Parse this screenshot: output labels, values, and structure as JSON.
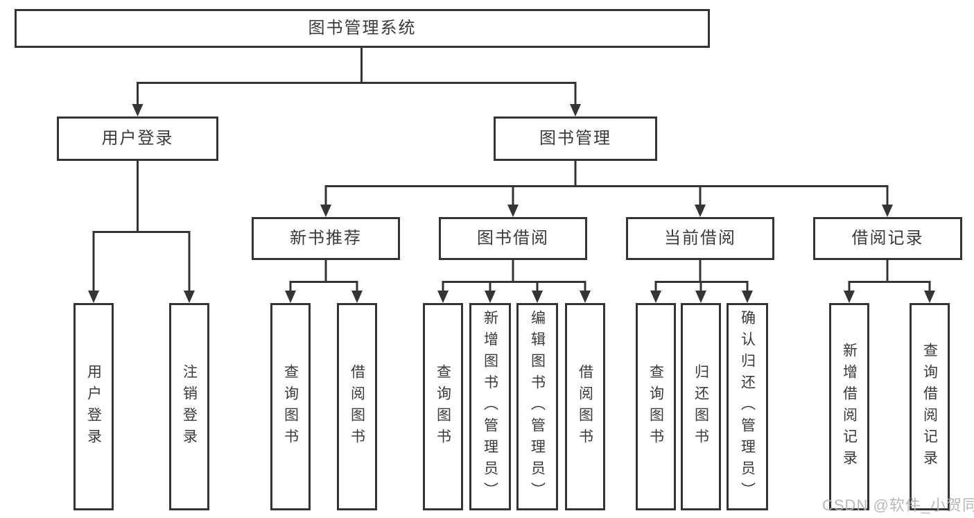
{
  "diagram": {
    "title": "图书管理系统",
    "nodes": {
      "root": {
        "label": "图书管理系统"
      },
      "user_login": {
        "label": "用户登录"
      },
      "book_mgmt": {
        "label": "图书管理"
      },
      "new_book_rec": {
        "label": "新书推荐"
      },
      "book_borrow": {
        "label": "图书借阅"
      },
      "current_borrow": {
        "label": "当前借阅"
      },
      "borrow_records": {
        "label": "借阅记录"
      },
      "leaf_user_login": {
        "label": "用户登录"
      },
      "leaf_logout": {
        "label": "注销登录"
      },
      "nb_query_book": {
        "label": "查询图书"
      },
      "nb_borrow_book": {
        "label": "借阅图书"
      },
      "bb_query_book": {
        "label": "查询图书"
      },
      "bb_add_book": {
        "label": "新增图书（管理员）"
      },
      "bb_edit_book": {
        "label": "编辑图书（管理员）"
      },
      "bb_borrow_book": {
        "label": "借阅图书"
      },
      "cb_query_book": {
        "label": "查询图书"
      },
      "cb_return_book": {
        "label": "归还图书"
      },
      "cb_confirm_return": {
        "label": "确认归还（管理员）"
      },
      "br_add_record": {
        "label": "新增借阅记录"
      },
      "br_query_record": {
        "label": "查询借阅记录"
      }
    },
    "edges": [
      {
        "from": "图书管理系统",
        "to": [
          "用户登录",
          "图书管理"
        ]
      },
      {
        "from": "用户登录",
        "to": [
          "用户登录",
          "注销登录"
        ]
      },
      {
        "from": "图书管理",
        "to": [
          "新书推荐",
          "图书借阅",
          "当前借阅",
          "借阅记录"
        ]
      },
      {
        "from": "新书推荐",
        "to": [
          "查询图书",
          "借阅图书"
        ]
      },
      {
        "from": "图书借阅",
        "to": [
          "查询图书",
          "新增图书（管理员）",
          "编辑图书（管理员）",
          "借阅图书"
        ]
      },
      {
        "from": "当前借阅",
        "to": [
          "查询图书",
          "归还图书",
          "确认归还（管理员）"
        ]
      },
      {
        "from": "借阅记录",
        "to": [
          "新增借阅记录",
          "查询借阅记录"
        ]
      }
    ]
  },
  "watermark": {
    "text": "CSDN @软件_小贺同学"
  },
  "colors": {
    "line": "#343434",
    "text": "#3a3a3a",
    "watermark": "#b2b2b2",
    "background": "#ffffff"
  }
}
